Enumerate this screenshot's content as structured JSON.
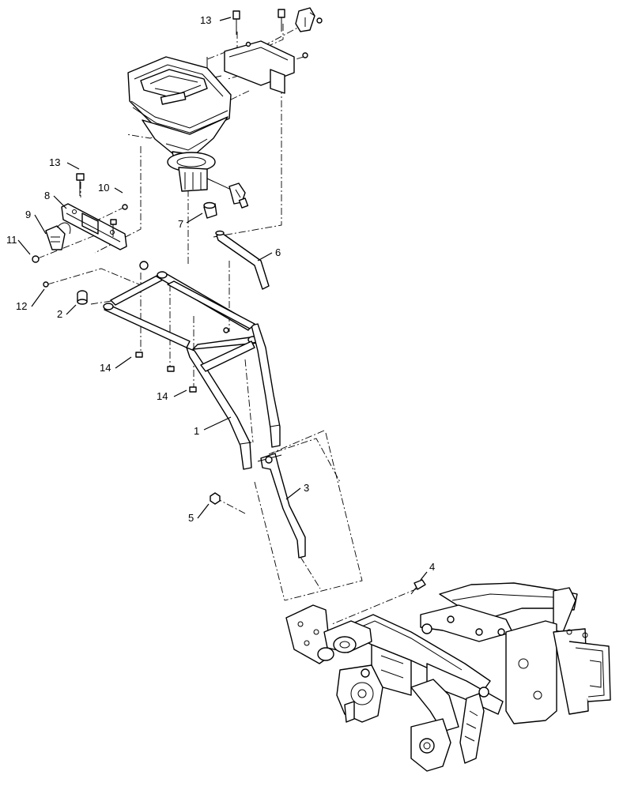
{
  "callouts": [
    {
      "id": "c13a",
      "label": "13"
    },
    {
      "id": "c13b",
      "label": "13"
    },
    {
      "id": "c10",
      "label": "10"
    },
    {
      "id": "c8",
      "label": "8"
    },
    {
      "id": "c9",
      "label": "9"
    },
    {
      "id": "c11",
      "label": "11"
    },
    {
      "id": "c7",
      "label": "7"
    },
    {
      "id": "c6",
      "label": "6"
    },
    {
      "id": "c12",
      "label": "12"
    },
    {
      "id": "c2",
      "label": "2"
    },
    {
      "id": "c14a",
      "label": "14"
    },
    {
      "id": "c14b",
      "label": "14"
    },
    {
      "id": "c1",
      "label": "1"
    },
    {
      "id": "c3",
      "label": "3"
    },
    {
      "id": "c5",
      "label": "5"
    },
    {
      "id": "c4",
      "label": "4"
    }
  ]
}
